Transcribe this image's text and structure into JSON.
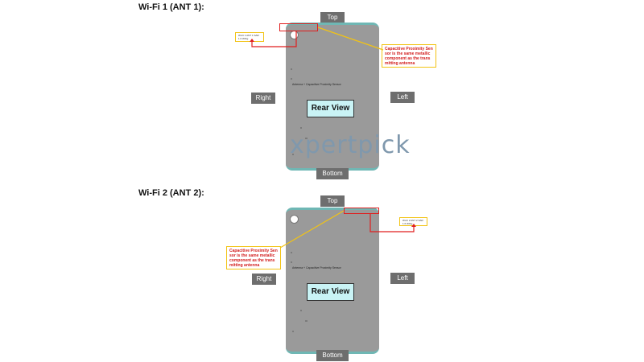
{
  "sections": [
    {
      "title": "Wi-Fi 1 (ANT 1):",
      "labels": {
        "top": "Top",
        "bottom": "Bottom",
        "left": "Left",
        "right": "Right"
      },
      "center_label": "Rear View",
      "inner_text": "Antenna  +  Capacitive Proximity Sensor",
      "callout_text": "Capacitive Proximity Sen sor is the same metallic component as the trans mitting antenna",
      "small_callout_text": "Wi-Fi 1 ANT 1 SAR 1.6 W/Kg"
    },
    {
      "title": "Wi-Fi 2 (ANT 2):",
      "labels": {
        "top": "Top",
        "bottom": "Bottom",
        "left": "Left",
        "right": "Right"
      },
      "center_label": "Rear View",
      "inner_text": "Antenna  +  Capacitive Proximity Sensor",
      "callout_text": "Capacitive Proximity Sen sor is the same metallic component as the trans mitting antenna",
      "small_callout_text": "Wi-Fi 2 ANT 2 SAR 1.6 W/Kg"
    }
  ],
  "watermark": "xpertpick",
  "colors": {
    "device": "#9a9a9a",
    "device_edge": "#6fb7b4",
    "label_bg": "#6e6e6e",
    "antenna_box": "#e01e1e",
    "callout_border": "#f2c314",
    "rear_view_bg": "#c9f3f5"
  }
}
